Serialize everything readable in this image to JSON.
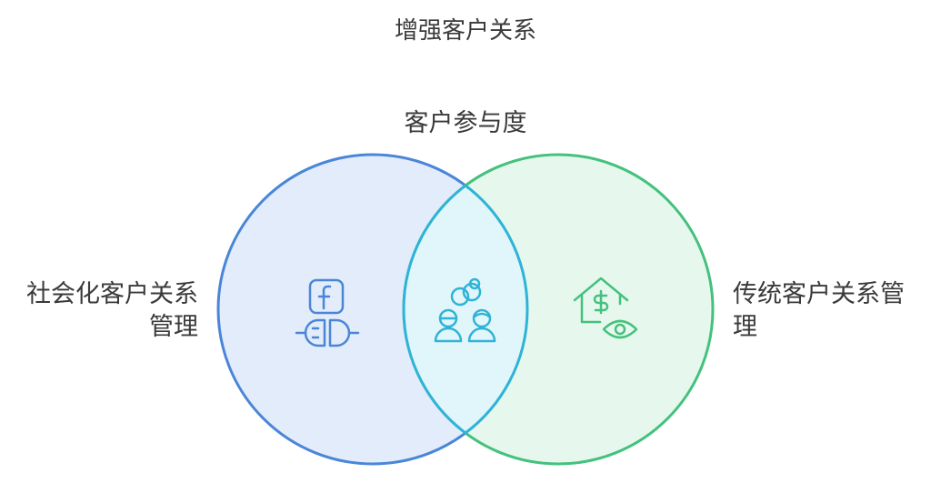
{
  "diagram": {
    "title": "增强客户关系",
    "overlap_label": "客户参与度",
    "left_label_line1": "社会化客户关系",
    "left_label_line2": "管理",
    "right_label_line1": "传统客户关系管",
    "right_label_line2": "理"
  },
  "colors": {
    "left_stroke": "#4a86d8",
    "left_fill": "#e3ecfb",
    "right_stroke": "#44c17d",
    "right_fill": "#e6f8ee",
    "overlap_stroke": "#2fb3d6",
    "overlap_fill": "#e0f6fb"
  },
  "icons": {
    "left": [
      "facebook-icon",
      "plug-icon"
    ],
    "center": [
      "link-icon",
      "people-icon"
    ],
    "right": [
      "house-dollar-icon",
      "eye-icon"
    ]
  }
}
